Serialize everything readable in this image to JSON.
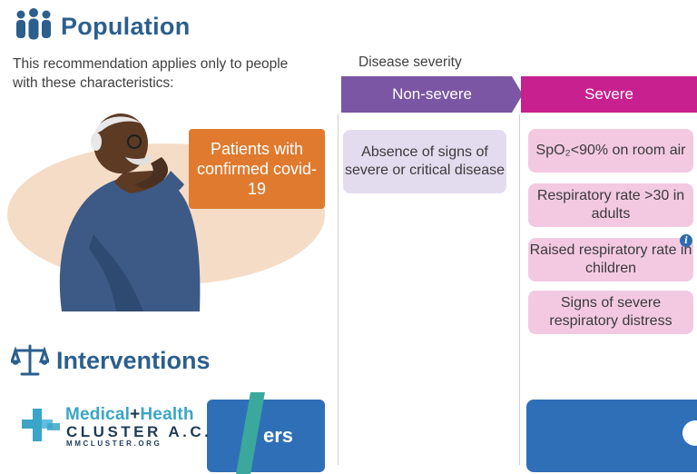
{
  "population": {
    "title": "Population",
    "description": "This recommendation applies only to people with these characteristics:",
    "patients_box": "Patients with confirmed covid-19"
  },
  "severity": {
    "label": "Disease severity",
    "non_severe": {
      "tab": "Non-severe",
      "criteria": [
        "Absence of signs of severe or critical disease"
      ]
    },
    "severe": {
      "tab": "Severe",
      "criteria": [
        "SpO₂<90% on room air",
        "Respiratory rate >30 in adults",
        "Raised respiratory rate in children",
        "Signs of severe respiratory distress"
      ]
    }
  },
  "interventions": {
    "title": "Interventions",
    "partial_text": "ers"
  },
  "logo": {
    "line1_a": "Medical",
    "line1_plus": "+",
    "line1_b": "Health",
    "line2": "CLUSTER A.C.",
    "line3": "MMCLUSTER.ORG"
  },
  "colors": {
    "heading_blue": "#2b5f8d",
    "patients_orange": "#e07a2e",
    "non_severe_purple": "#7b56a4",
    "severe_magenta": "#c8218f",
    "non_severe_card": "#e3dbee",
    "severe_card": "#f3c9e2",
    "intervention_blue": "#2f6fb8",
    "logo_teal": "#3aa5c7"
  },
  "icons": {
    "population": "people-group-icon",
    "interventions": "scales-icon",
    "info": "info-icon",
    "logo": "medical-cross-icon"
  }
}
